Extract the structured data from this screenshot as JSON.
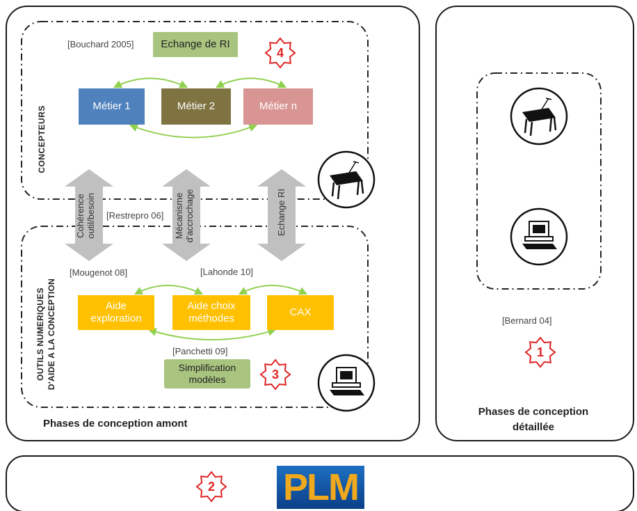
{
  "roles": {
    "concepteurs": "Concepteurs",
    "outils_line1": "Outils numeriques",
    "outils_line2": "d'aide a la conception"
  },
  "refs": {
    "bouchard": "[Bouchard 2005]",
    "restrepo": "[Restrepro 06]",
    "mougenot": "[Mougenot 08]",
    "lahonde": "[Lahonde 10]",
    "panchetti": "[Panchetti 09]",
    "bernard": "[Bernard 04]"
  },
  "boxes": {
    "echange": "Echange de RI",
    "metier1": "Métier 1",
    "metier2": "Métier 2",
    "metiern": "Métier n",
    "aide_exploration": "Aide exploration",
    "aide_choix": "Aide choix méthodes",
    "cax": "CAX",
    "simplification": "Simplification modèles"
  },
  "arrows": {
    "coherence_line1": "Cohérence",
    "coherence_line2": "outil/besoin",
    "mecanisme_line1": "Mécanisme",
    "mecanisme_line2": "d'accrochage",
    "echange": "Echange  RI"
  },
  "phases": {
    "amont": "Phases de conception amont",
    "detaillee_line1": "Phases de conception",
    "detaillee_line2": "détaillée"
  },
  "stars": {
    "s1": "1",
    "s2": "2",
    "s3": "3",
    "s4": "4"
  },
  "plm": "PLM",
  "colors": {
    "metier1": "#4f81bd",
    "metier2": "#7f7341",
    "metiern": "#d99594",
    "orange": "#ffc000",
    "green_box": "#a9c47f",
    "green_arrow": "#92d050",
    "grey_arrow": "#c0c0c0",
    "star": "#e02424"
  }
}
